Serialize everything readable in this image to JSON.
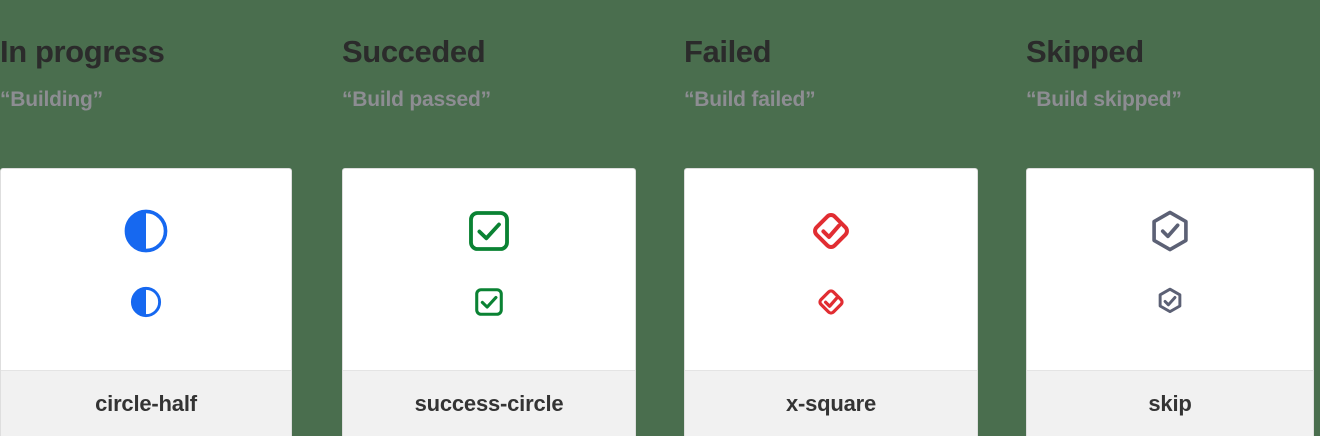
{
  "page": {
    "background_color": "#4a6e4e",
    "card_background": "#ffffff",
    "card_footer_background": "#f1f1f1"
  },
  "columns": [
    {
      "title": "In progress",
      "subtitle": "“Building”",
      "icon_name": "circle-half",
      "icon_label": "circle-half",
      "icon_color": "#1668f0",
      "sizes": [
        "large",
        "small"
      ]
    },
    {
      "title": "Succeded",
      "subtitle": "“Build passed”",
      "icon_name": "success-circle",
      "icon_label": "success-circle",
      "icon_color": "#0a8233",
      "sizes": [
        "large",
        "small"
      ]
    },
    {
      "title": "Failed",
      "subtitle": "“Build failed”",
      "icon_name": "x-square",
      "icon_label": "x-square",
      "icon_color": "#e12d32",
      "sizes": [
        "large",
        "small"
      ]
    },
    {
      "title": "Skipped",
      "subtitle": "“Build skipped”",
      "icon_name": "skip",
      "icon_label": "skip",
      "icon_color": "#5c6175",
      "sizes": [
        "large",
        "small"
      ]
    }
  ]
}
